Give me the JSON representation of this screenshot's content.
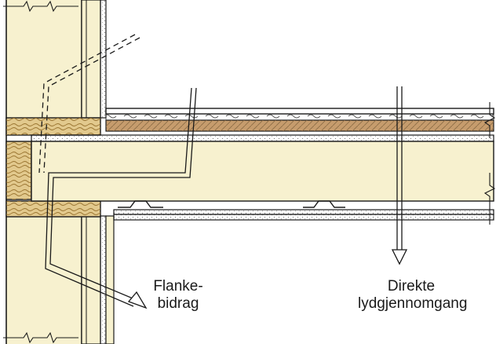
{
  "labels": {
    "flanking": {
      "line1": "Flanke-",
      "line2": "bidrag"
    },
    "direct": {
      "line1": "Direkte",
      "line2": "lydgjennomgang"
    }
  },
  "colors": {
    "insulation": "#f7f1cf",
    "timber": "#e2c98d",
    "timber_grain": "#9a7430",
    "floor_board": "#c69c6d",
    "screed": "#eeeeee",
    "line": "#1a1a1a",
    "arrow_fill": "#ffffff"
  },
  "icons": {
    "flanking_arrow": "flanking-path-arrow-icon",
    "direct_arrow": "direct-path-arrow-icon"
  }
}
